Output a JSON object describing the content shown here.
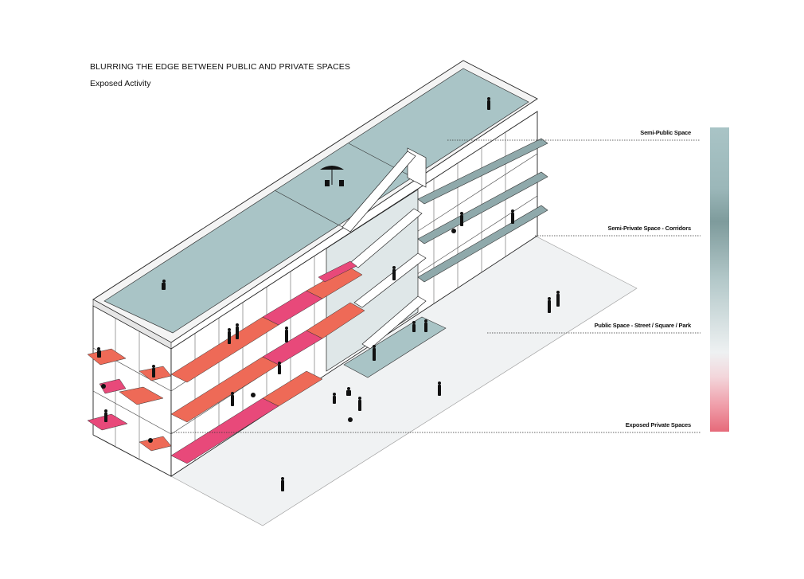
{
  "header": {
    "title": "BLURRING THE EDGE BETWEEN PUBLIC AND PRIVATE SPACES",
    "subtitle": "Exposed Activity"
  },
  "legend": {
    "items": [
      {
        "label": "Semi-Public Space"
      },
      {
        "label": "Semi-Private Space - Corridors"
      },
      {
        "label": "Public Space  -  Street / Square / Park"
      },
      {
        "label": "Exposed Private Spaces"
      }
    ]
  },
  "colors": {
    "roof": "#a9c4c6",
    "corridor": "#8fa9ab",
    "public_ground": "#f0f2f3",
    "private_orange": "#ee6a57",
    "private_pink": "#e8497a",
    "outline": "#222222",
    "figure": "#111111"
  }
}
